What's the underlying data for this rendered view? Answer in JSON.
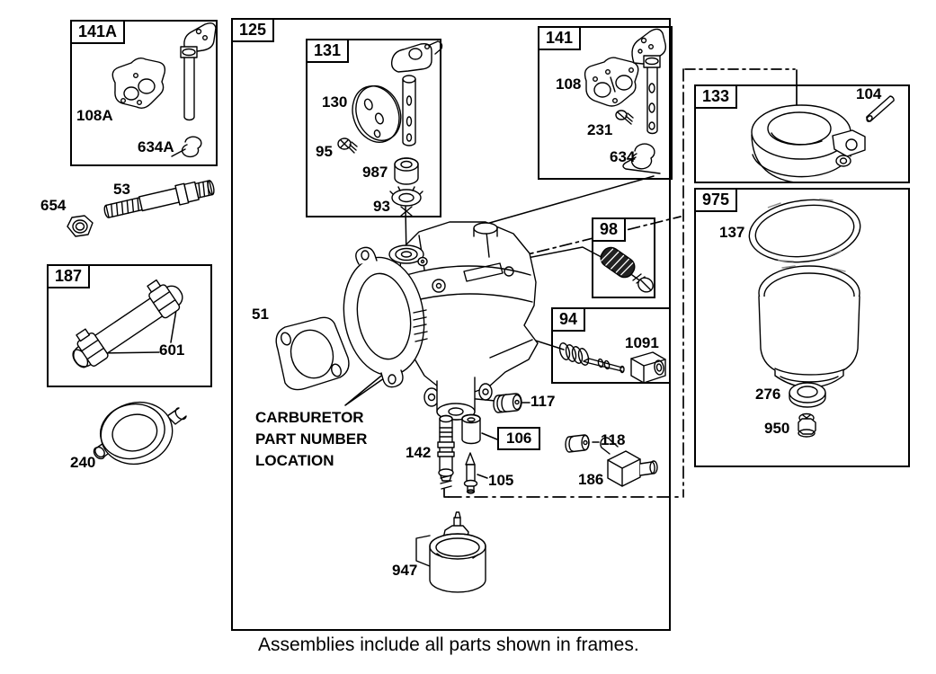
{
  "colors": {
    "ink": "#000000",
    "paper": "#ffffff"
  },
  "caption": "Assemblies include all parts shown in frames.",
  "note": {
    "line1": "CARBURETOR",
    "line2": "PART NUMBER",
    "line3": "LOCATION"
  },
  "frames": {
    "f141A": "141A",
    "f187": "187",
    "f125": "125",
    "f131": "131",
    "f141": "141",
    "f98": "98",
    "f94": "94",
    "f133": "133",
    "f975": "975"
  },
  "labels": {
    "p108A": "108A",
    "p634A": "634A",
    "p654": "654",
    "p53": "53",
    "p601": "601",
    "p240": "240",
    "p130": "130",
    "p95": "95",
    "p987": "987",
    "p93": "93",
    "p108": "108",
    "p231": "231",
    "p634": "634",
    "p1091": "1091",
    "p51": "51",
    "p117": "117",
    "p106": "106",
    "p105": "105",
    "p118": "118",
    "p186": "186",
    "p142": "142",
    "p947": "947",
    "p104": "104",
    "p137": "137",
    "p276": "276",
    "p950": "950"
  }
}
